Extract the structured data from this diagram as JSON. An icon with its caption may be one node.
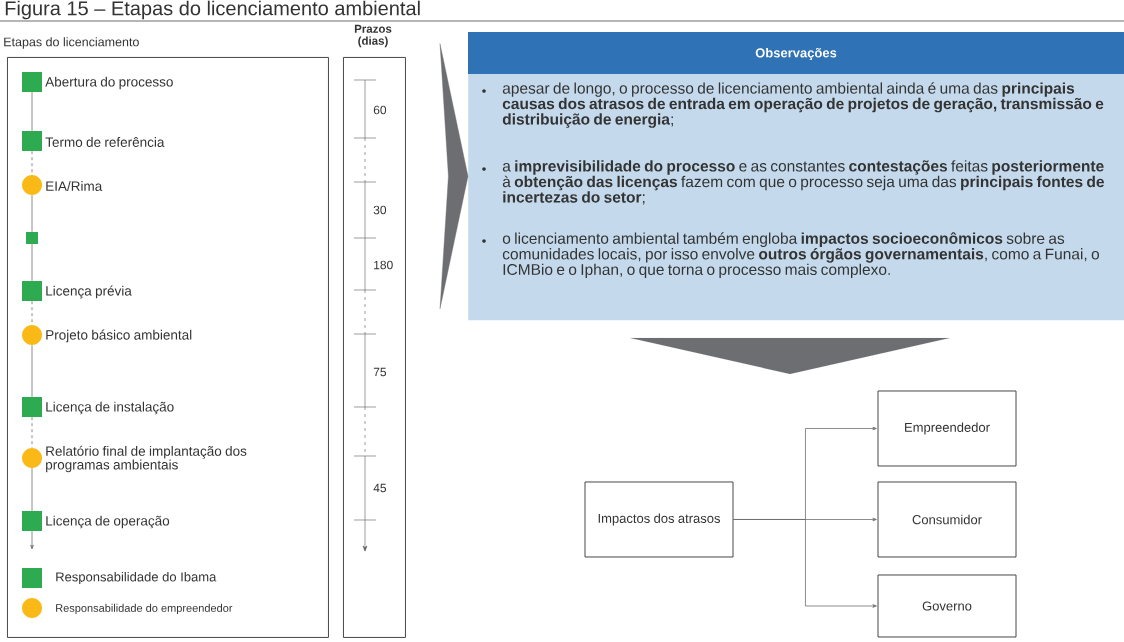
{
  "diagram": {
    "title": "Figura 15 – Etapas do licenciamento ambiental",
    "nodes": [
      {
        "text": [
          "Etapas do licenciamento"
        ]
      },
      {
        "text": [],
        "shape": "box",
        "beside": [
          "Abertura do processo"
        ],
        "in": 0
      },
      {
        "text": [],
        "shape": "box",
        "beside": [
          "Termo de referência"
        ],
        "in": 0
      },
      {
        "text": [],
        "shape": "circle",
        "beside": [
          "EIA/Rima"
        ],
        "in": 0
      },
      {
        "text": [],
        "shape": "box",
        "in": 0
      },
      {
        "text": [],
        "shape": "box",
        "beside": [
          "Licença prévia"
        ],
        "in": 0
      },
      {
        "text": [],
        "shape": "circle",
        "beside": [
          "Projeto básico ambiental"
        ],
        "in": 0
      },
      {
        "text": [],
        "shape": "box",
        "beside": [
          "Licença de instalação"
        ],
        "in": 0
      },
      {
        "text": [],
        "shape": "circle",
        "beside": [
          "Relatório final de implantação dos programas ambientais"
        ],
        "in": 0
      },
      {
        "text": [],
        "shape": "box",
        "beside": [
          "Licença de operação"
        ],
        "in": 0
      },
      {
        "text": [
          "Prazos (dias)"
        ]
      },
      {
        "text": [
          "Observações",
          "apesar de longo, o processo de licenciamento ambiental ainda é uma das **principais causas dos atrasos de entrada em operação de projetos de geração, transmissão e distribuição de energia**;",
          "a **imprevisibilidade do processo** e as constantes **contestações** feitas **posteriormente** à **obtenção das licenças** fazem com que o processo seja uma das **principais fontes de incertezas do setor**;",
          "o licenciamento ambiental também engloba **impactos socioeconômicos** sobre as comunidades locais, por isso envolve **outros órgãos governamentais**, como a Funai, o ICMBio e o Iphan, o que torna o processo mais complexo."
        ]
      },
      {
        "text": [
          "Impactos dos atrasos"
        ]
      },
      {
        "text": [
          "Empreendedor"
        ]
      },
      {
        "text": [
          "Consumidor"
        ]
      },
      {
        "text": [
          "Governo"
        ]
      }
    ],
    "edges": [
      {
        "from": 1,
        "to": 2,
        "arrow": "none"
      },
      {
        "from": 2,
        "to": 3,
        "arrow": "none",
        "style": "dashed"
      },
      {
        "from": 3,
        "to": 4,
        "arrow": "none"
      },
      {
        "from": 4,
        "to": 5,
        "arrow": "none"
      },
      {
        "from": 5,
        "to": 6,
        "arrow": "none",
        "style": "dashed"
      },
      {
        "from": 6,
        "to": 7,
        "arrow": "none"
      },
      {
        "from": 7,
        "to": 8,
        "arrow": "none",
        "style": "dashed"
      },
      {
        "from": 8,
        "to": 9,
        "arrow": "none"
      },
      {
        "from": 9,
        "to": null,
        "arrow": "to"
      },
      {
        "from": null,
        "to": 11,
        "arrow": "to",
        "style": "thick"
      },
      {
        "from": 11,
        "to": null,
        "arrow": "to",
        "style": "thick"
      },
      {
        "from": 12,
        "to": 13,
        "arrow": "to"
      },
      {
        "from": 12,
        "to": 14,
        "arrow": "to"
      },
      {
        "from": 12,
        "to": 15,
        "arrow": "to"
      }
    ],
    "labels": [
      "60",
      "30",
      "180",
      "75",
      "45"
    ],
    "legend": [
      {
        "text": "Responsabilidade do Ibama",
        "color": "#2eaa50"
      },
      {
        "text": "Responsabilidade do empreendedor",
        "color": "#fbb917"
      }
    ]
  }
}
